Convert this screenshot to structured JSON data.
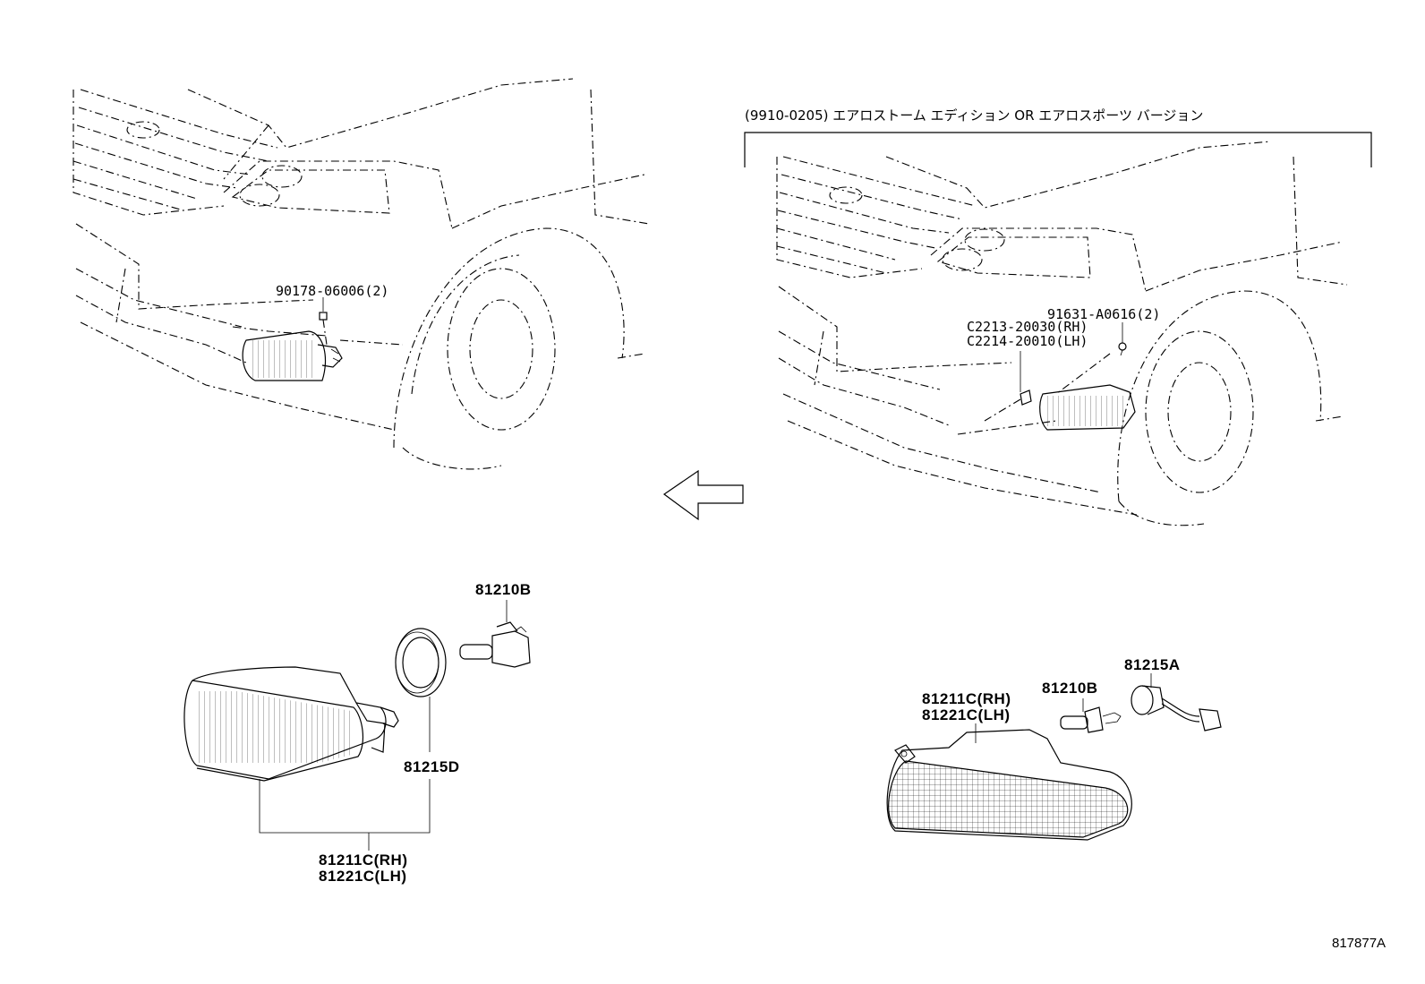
{
  "header": {
    "variant_note": "(9910-0205) エアロストーム エディション OR エアロスポーツ バージョン"
  },
  "left_view": {
    "bolt_callout": "90178-06006(2)"
  },
  "right_view": {
    "screw_callout": "91631-A0616(2)",
    "bracket_callout_rh": "C2213-20030(RH)",
    "bracket_callout_lh": "C2214-20010(LH)"
  },
  "left_exploded": {
    "bulb": "81210B",
    "gasket": "81215D",
    "lamp_rh": "81211C(RH)",
    "lamp_lh": "81221C(LH)"
  },
  "right_exploded": {
    "socket": "81215A",
    "bulb": "81210B",
    "lamp_rh": "81211C(RH)",
    "lamp_lh": "81221C(LH)"
  },
  "diagram_ref": "817877A",
  "icons": {
    "direction": "arrow-left-icon"
  }
}
